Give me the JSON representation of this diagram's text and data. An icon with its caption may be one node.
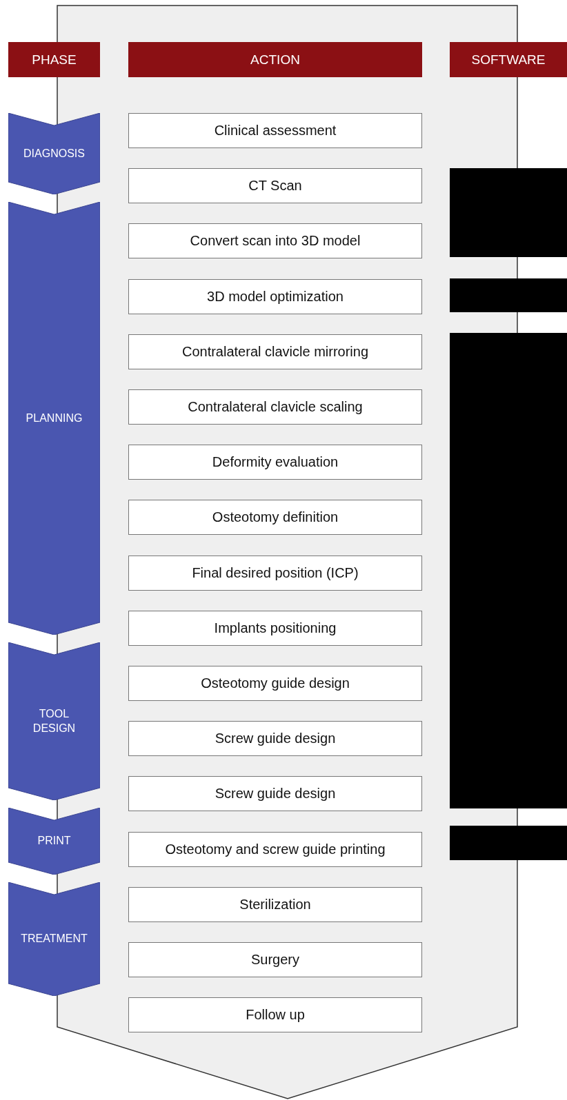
{
  "diagram": {
    "nodes": [
      {
        "text": [
          "PHASE"
        ]
      },
      {
        "text": [
          "ACTION"
        ]
      },
      {
        "text": [
          "SOFTWARE"
        ]
      },
      {
        "text": [
          "DIAGNOSIS"
        ]
      },
      {
        "text": [
          "PLANNING"
        ]
      },
      {
        "text": [
          "TOOL DESIGN"
        ]
      },
      {
        "text": [
          "PRINT"
        ]
      },
      {
        "text": [
          "TREATMENT"
        ]
      },
      {
        "text": [
          "Clinical assessment"
        ]
      },
      {
        "text": [
          "CT Scan"
        ]
      },
      {
        "text": [
          "Convert scan into 3D model"
        ]
      },
      {
        "text": [
          "3D model optimization"
        ]
      },
      {
        "text": [
          "Contralateral clavicle mirroring"
        ]
      },
      {
        "text": [
          "Contralateral clavicle scaling"
        ]
      },
      {
        "text": [
          "Deformity evaluation"
        ]
      },
      {
        "text": [
          "Osteotomy definition"
        ]
      },
      {
        "text": [
          "Final desired position (ICP)"
        ]
      },
      {
        "text": [
          "Implants positioning"
        ]
      },
      {
        "text": [
          "Osteotomy guide design"
        ]
      },
      {
        "text": [
          "Screw guide design"
        ]
      },
      {
        "text": [
          "Screw guide design"
        ]
      },
      {
        "text": [
          "Osteotomy and screw guide printing"
        ]
      },
      {
        "text": [
          "Sterilization"
        ]
      },
      {
        "text": [
          "Surgery"
        ]
      },
      {
        "text": [
          "Follow up"
        ]
      },
      {
        "text": [],
        "shape": "box"
      },
      {
        "text": [],
        "shape": "box"
      },
      {
        "text": [],
        "shape": "box"
      },
      {
        "text": [],
        "shape": "box"
      }
    ]
  }
}
